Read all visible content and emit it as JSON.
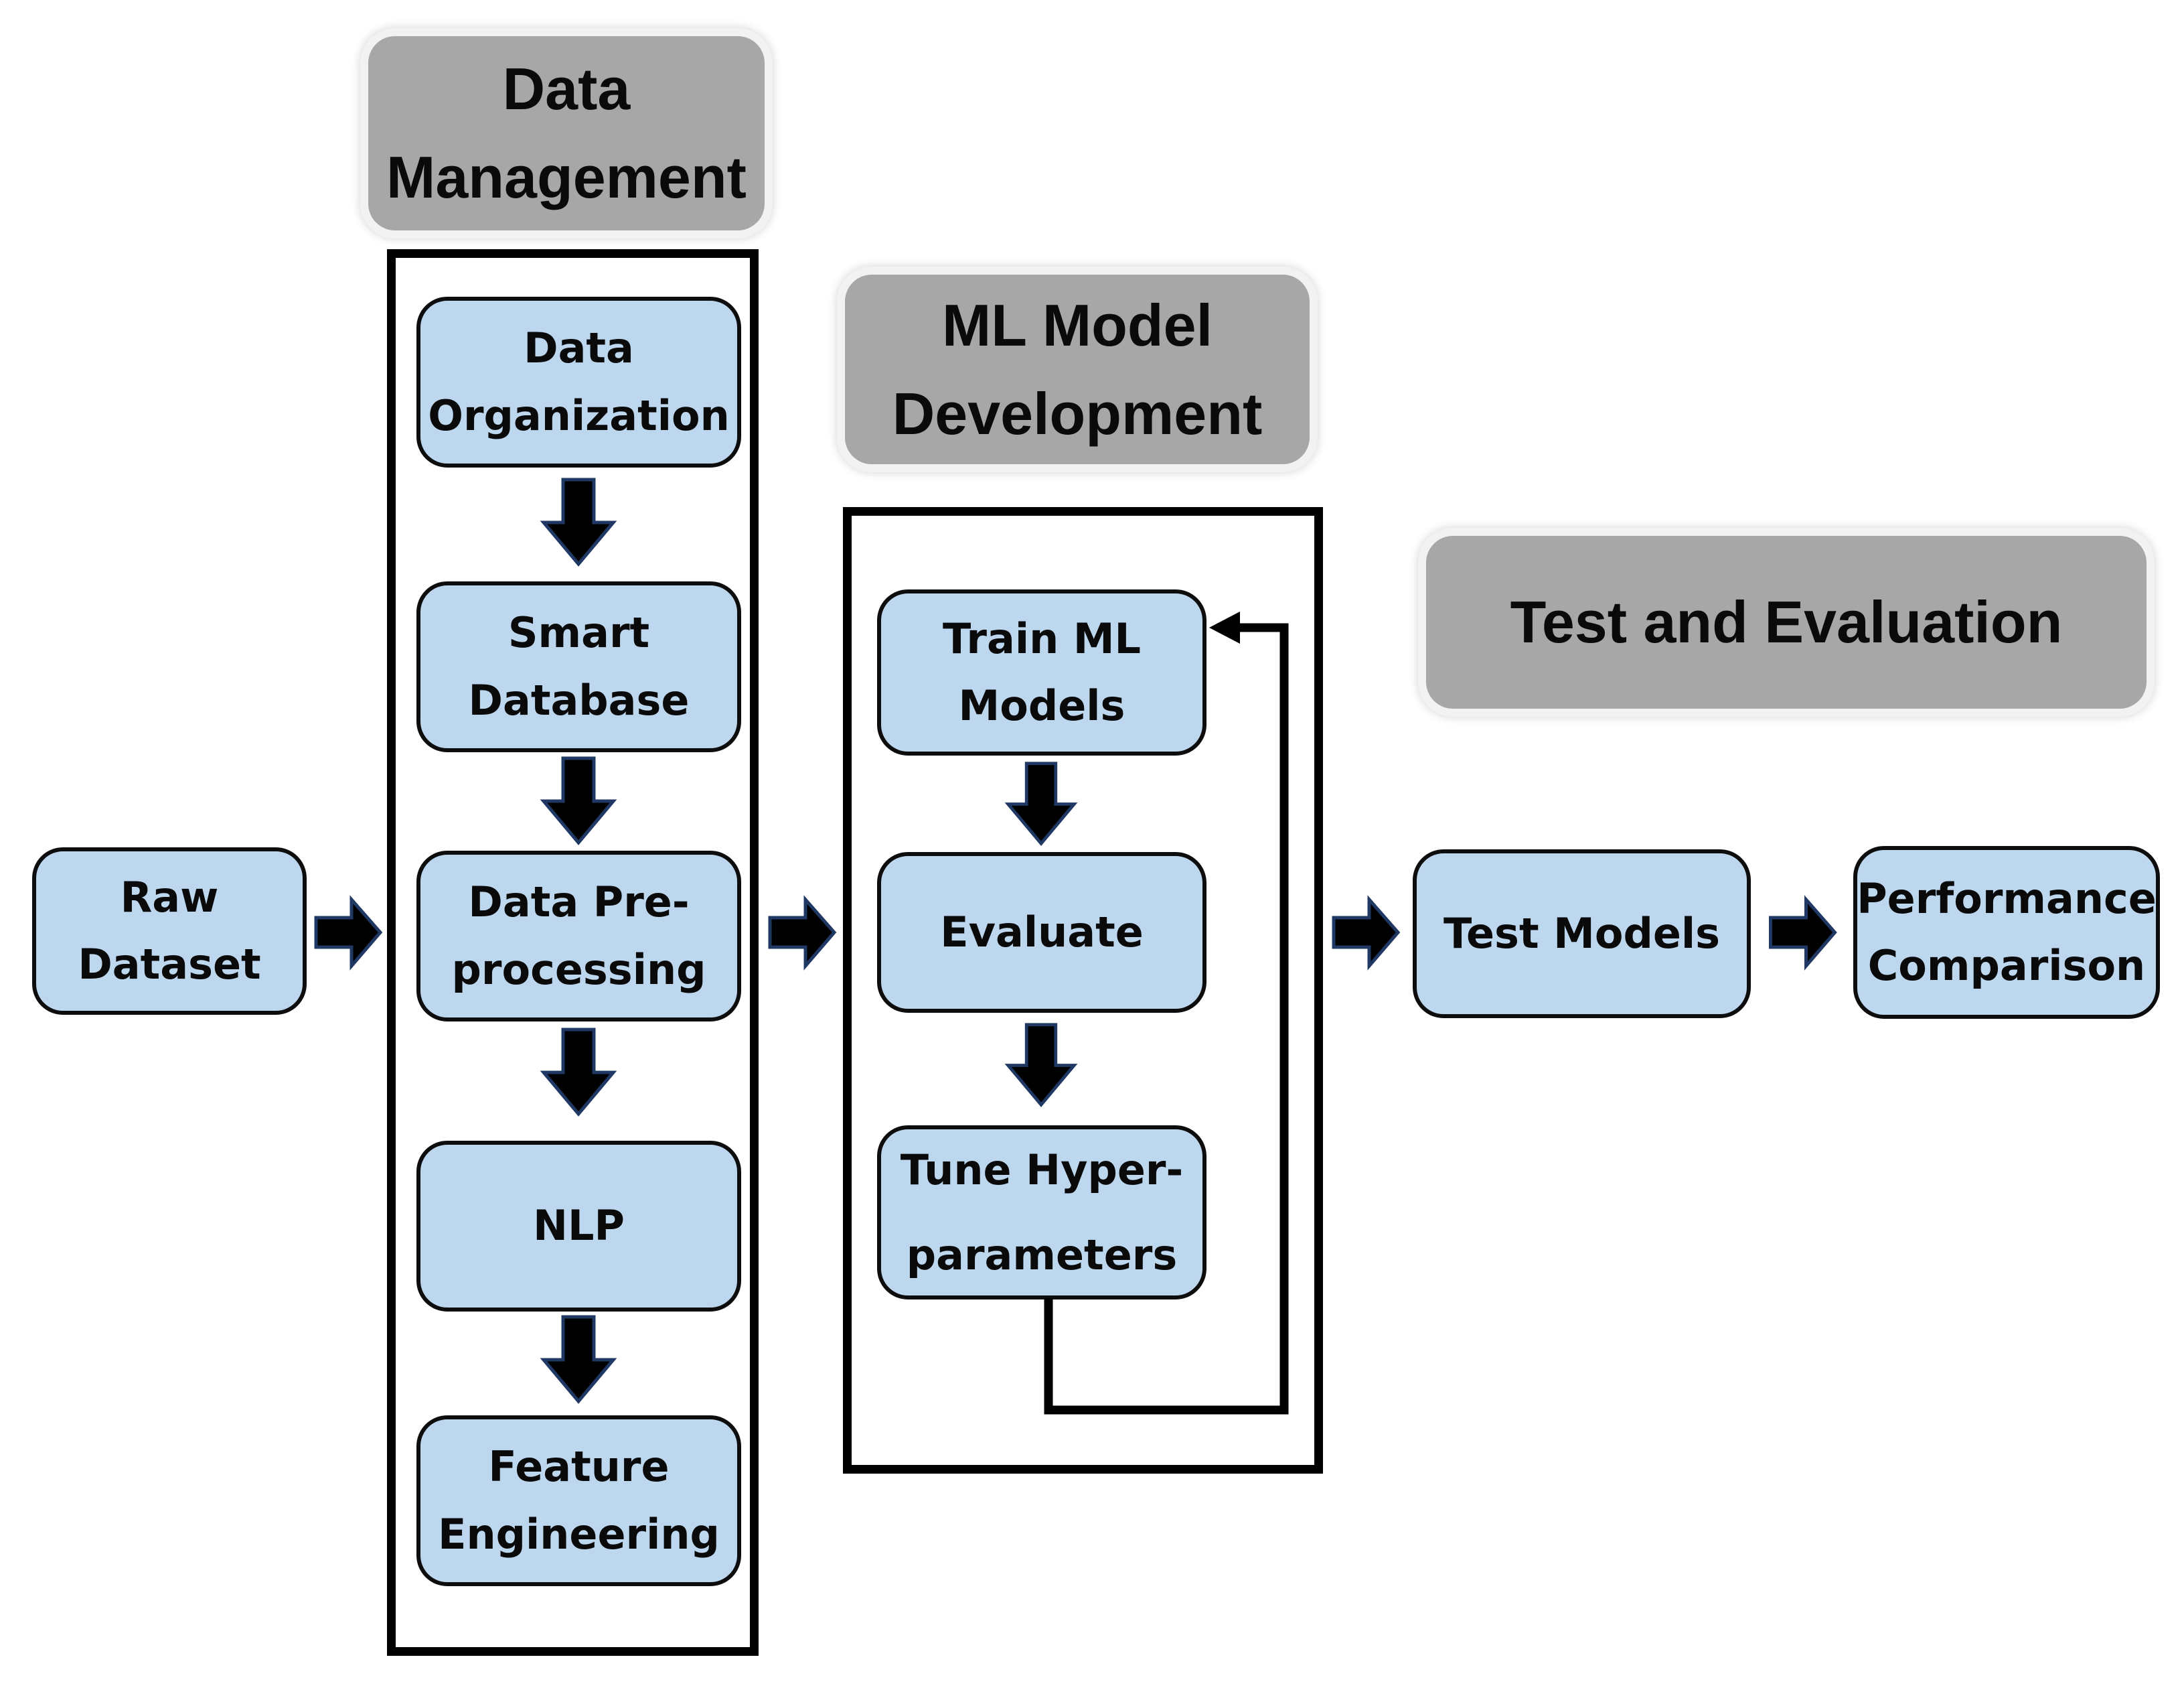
{
  "diagram": {
    "type": "flowchart"
  },
  "stages": {
    "data_management": {
      "line1": "Data",
      "line2": "Management"
    },
    "ml_model_development": {
      "line1": "ML Model",
      "line2": "Development"
    },
    "test_and_evaluation": {
      "line1": "Test and Evaluation"
    }
  },
  "nodes": {
    "raw_dataset": {
      "line1": "Raw",
      "line2": "Dataset"
    },
    "data_organization": {
      "line1": "Data",
      "line2": "Organization"
    },
    "smart_database": {
      "line1": "Smart",
      "line2": "Database"
    },
    "data_preprocessing": {
      "line1": "Data Pre-",
      "line2": "processing"
    },
    "nlp": {
      "line1": "NLP"
    },
    "feature_engineering": {
      "line1": "Feature",
      "line2": "Engineering"
    },
    "train_ml_models": {
      "line1": "Train ML",
      "line2": "Models"
    },
    "evaluate": {
      "line1": "Evaluate"
    },
    "tune_hyperparameters": {
      "line1": "Tune Hyper-",
      "line2": "parameters"
    },
    "test_models": {
      "line1": "Test Models"
    },
    "performance_comparison": {
      "line1": "Performance",
      "line2": "Comparison"
    }
  },
  "colors": {
    "background": "#FFFFFF",
    "node_fill": "#BDD7EE",
    "node_border": "#0D0D0D",
    "stage_fill": "#A7A7A7",
    "stage_ring": "#F2F2F2",
    "stage_text": "#0A0A0A",
    "container_border": "#000000",
    "arrow_fill": "#000000",
    "arrow_outline": "#1F3864"
  }
}
